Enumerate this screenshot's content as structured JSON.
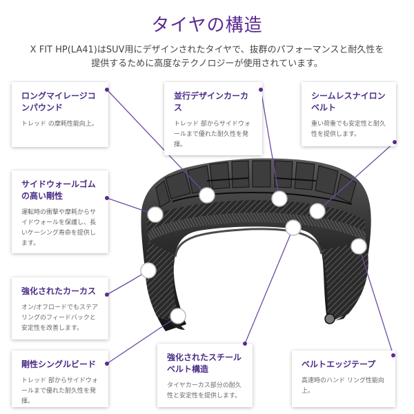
{
  "title": "タイヤの構造",
  "intro": "X FIT HP(LA41)はSUV用にデザインされたタイヤで、抜群のパフォーマンスと耐久性を提供するために高度なテクノロジーが使用されています。",
  "colors": {
    "accent": "#5a2a90",
    "heading": "#4a2c86",
    "line": "#6c4aa0"
  },
  "features": [
    {
      "title": "ロングマイレージコンパウンド",
      "desc": "トレッド の摩耗性能向上。"
    },
    {
      "title": "並行デザインカーカス",
      "desc": "トレッド 部からサイドウォールまで優れた耐久性を発揮。"
    },
    {
      "title": "シームレスナイロンベルト",
      "desc": "重い荷重でも安定性と耐久性を提供します。"
    },
    {
      "title": "サイドウォールゴムの高い剛性",
      "desc": "運転時の衝撃や摩耗からサイドウォールを保護し、長いケーシング寿命を提供します。"
    },
    {
      "title": "強化されたカーカス",
      "desc": "オン/オフロードでもステアリングのフィードバックと安定性を改善します。"
    },
    {
      "title": "剛性シングルビード",
      "desc": "トレッド 部からサイドウォールまで優れた耐久性を発揮。"
    },
    {
      "title": "強化されたスチールベルト構造",
      "desc": "タイヤカーカス部分の耐久性と安定性を提供します。"
    },
    {
      "title": "ベルトエッジテープ",
      "desc": "高速時のハンド リング性能向上。"
    }
  ]
}
